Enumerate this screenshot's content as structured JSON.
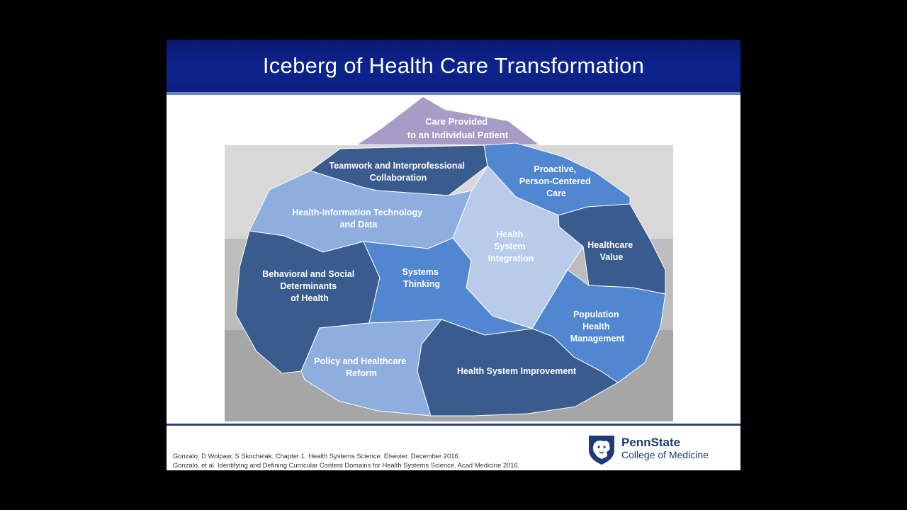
{
  "slide": {
    "title": "Iceberg of Health Care Transformation"
  },
  "diagram": {
    "tip": {
      "line1": "Care Provided",
      "line2": "to an Individual Patient"
    },
    "regions": {
      "teamwork": {
        "line1": "Teamwork and Interprofessional",
        "line2": "Collaboration"
      },
      "proactive": {
        "line1": "Proactive,",
        "line2": "Person-Centered",
        "line3": "Care"
      },
      "hit": {
        "line1": "Health-Information Technology",
        "line2": "and Data"
      },
      "integration": {
        "line1": "Health",
        "line2": "System",
        "line3": "Integration"
      },
      "value": {
        "line1": "Healthcare",
        "line2": "Value"
      },
      "behavioral": {
        "line1": "Behavioral and Social",
        "line2": "Determinants",
        "line3": "of Health"
      },
      "systems": {
        "line1": "Systems",
        "line2": "Thinking"
      },
      "population": {
        "line1": "Population",
        "line2": "Health",
        "line3": "Management"
      },
      "policy": {
        "line1": "Policy and Healthcare",
        "line2": "Reform"
      },
      "improvement": {
        "line1": "Health System Improvement"
      }
    }
  },
  "footer": {
    "ref1": "Gonzalo, D Wolpaw, S Skochelak.  Chapter 1.  Health Systems Science.  Elsevier.  December 2016.",
    "ref2": "Gonzalo, et al. Identifying and Defining Curricular Content Domains for Health Systems Science. Acad Medicine 2016."
  },
  "logo": {
    "name": "PennState",
    "subtitle": "College of Medicine"
  },
  "colors": {
    "title_bar": "#0d2490",
    "tip": "#a79cc6",
    "dark_blue": "#3a5b8e",
    "mid_blue": "#5087d0",
    "light_blue": "#8eaee0",
    "pale_blue": "#b8cbe8"
  }
}
